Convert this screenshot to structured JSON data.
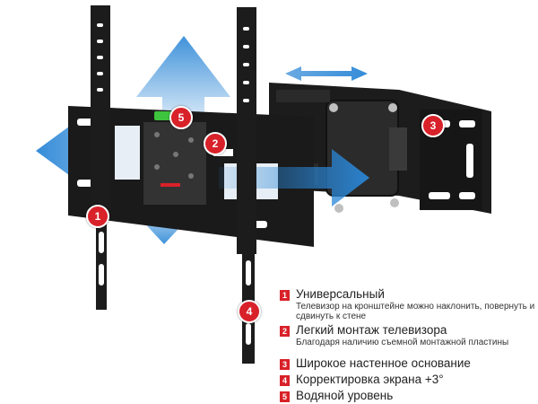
{
  "markers": [
    "1",
    "2",
    "3",
    "4",
    "5"
  ],
  "features": [
    {
      "num": "1",
      "title": "Универсальный",
      "desc": "Телевизор на кронштейне можно наклонить, повернуть и сдвинуть к стене"
    },
    {
      "num": "2",
      "title": "Легкий монтаж телевизора",
      "desc": "Благодаря наличию съемной монтажной пластины"
    },
    {
      "num": "3",
      "title": "Широкое настенное основание",
      "desc": ""
    },
    {
      "num": "4",
      "title": "Корректировка экрана +3°",
      "desc": ""
    },
    {
      "num": "5",
      "title": "Водяной уровень",
      "desc": ""
    }
  ],
  "colors": {
    "accent": "#d82129",
    "arrow": "#2a86d6",
    "metal": "#1c1c1c",
    "level": "#3ec43e"
  }
}
